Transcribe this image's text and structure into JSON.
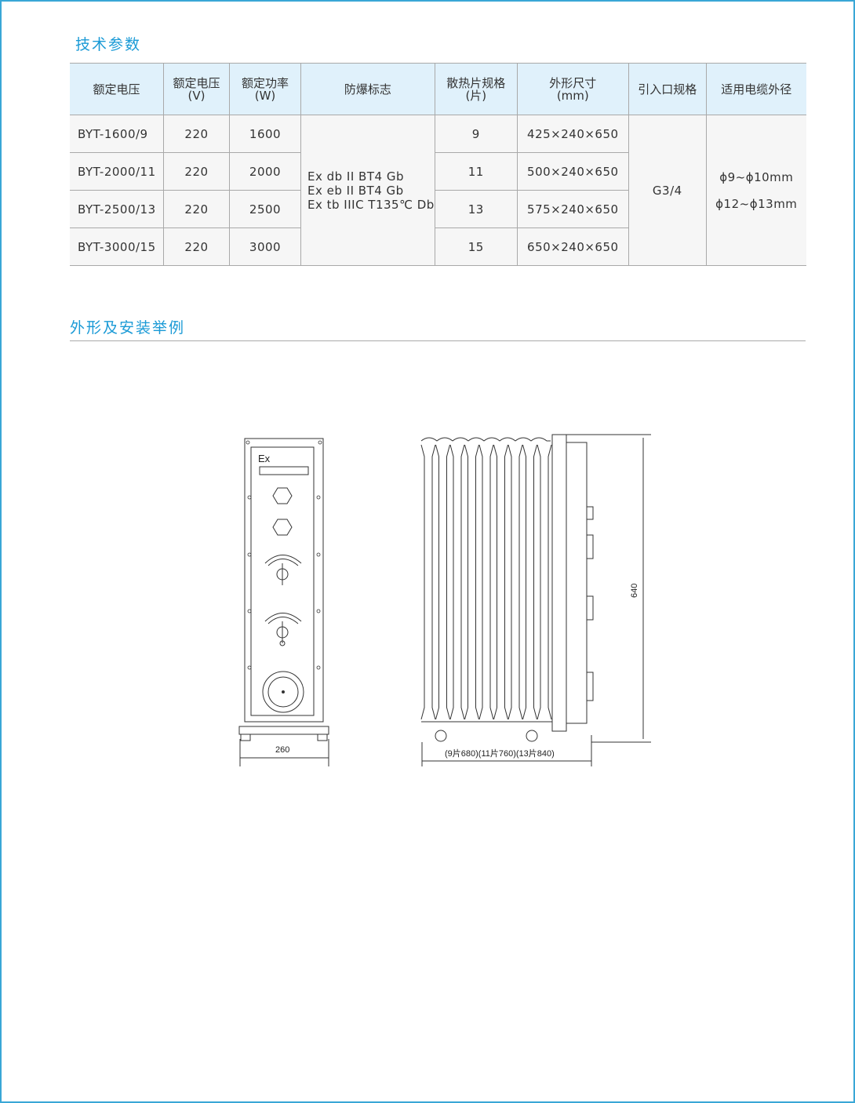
{
  "sections": {
    "spec_title": "技术参数",
    "drawing_title": "外形及安装举例"
  },
  "table": {
    "headers": [
      {
        "line1": "额定电压",
        "line2": ""
      },
      {
        "line1": "额定电压",
        "line2": "(V)"
      },
      {
        "line1": "额定功率",
        "line2": "(W)"
      },
      {
        "line1": "防爆标志",
        "line2": ""
      },
      {
        "line1": "散热片规格",
        "line2": "(片)"
      },
      {
        "line1": "外形尺寸",
        "line2": "(mm)"
      },
      {
        "line1": "引入口规格",
        "line2": ""
      },
      {
        "line1": "适用电缆外径",
        "line2": ""
      }
    ],
    "rows": [
      {
        "model": "BYT-1600/9",
        "voltage": "220",
        "power": "1600",
        "fins": "9",
        "size": "425×240×650"
      },
      {
        "model": "BYT-2000/11",
        "voltage": "220",
        "power": "2000",
        "fins": "11",
        "size": "500×240×650"
      },
      {
        "model": "BYT-2500/13",
        "voltage": "220",
        "power": "2500",
        "fins": "13",
        "size": "575×240×650"
      },
      {
        "model": "BYT-3000/15",
        "voltage": "220",
        "power": "3000",
        "fins": "15",
        "size": "650×240×650"
      }
    ],
    "ex_marks": [
      "Ex db II BT4 Gb",
      "Ex eb II BT4 Gb",
      "Ex tb IIIC T135℃ Db"
    ],
    "entry": "G3/4",
    "cable": [
      "ϕ9~ϕ10mm",
      "ϕ12~ϕ13mm"
    ]
  },
  "drawing": {
    "ex_label": "Ex",
    "width_dim": "260",
    "length_dim": "(9片680)(11片760)(13片840)",
    "height_dim": "640"
  }
}
